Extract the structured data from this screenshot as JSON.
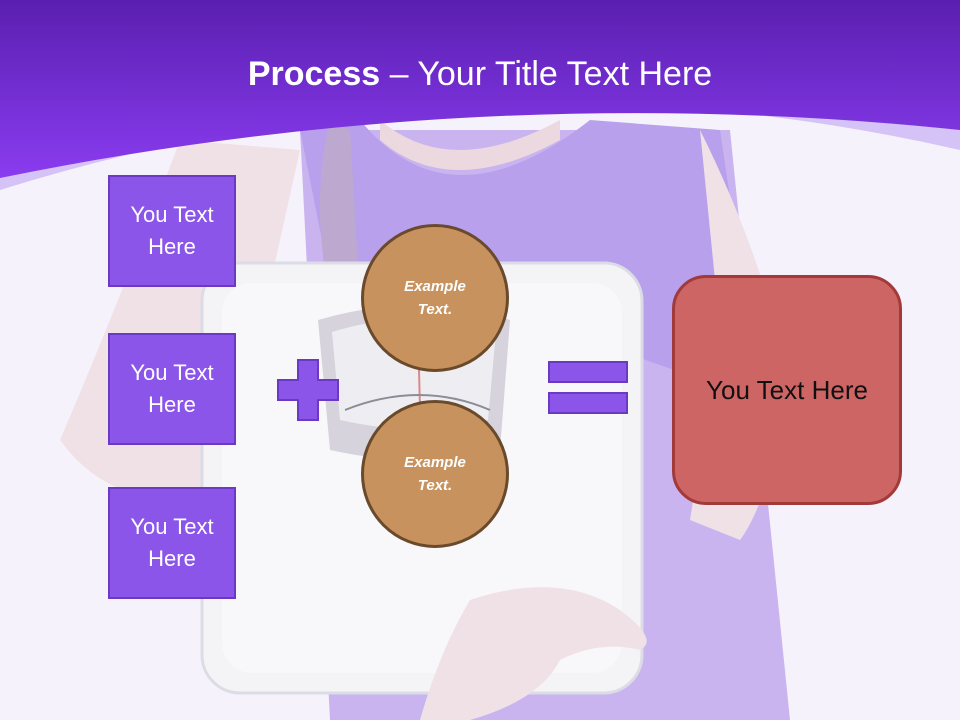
{
  "title": {
    "bold": "Process",
    "rest": " – Your Title Text Here"
  },
  "left_boxes": [
    {
      "label": "You Text Here"
    },
    {
      "label": "You Text Here"
    },
    {
      "label": "You Text Here"
    }
  ],
  "circles": [
    {
      "label": "Example Text."
    },
    {
      "label": "Example Text."
    }
  ],
  "result": {
    "label": "You Text Here"
  },
  "colors": {
    "header_purple": "#7b2ee0",
    "box_fill": "#8b55ea",
    "circle_fill": "#c8925e",
    "result_fill": "#cd6564"
  },
  "icons": [
    "plus-icon",
    "equals-icon"
  ]
}
